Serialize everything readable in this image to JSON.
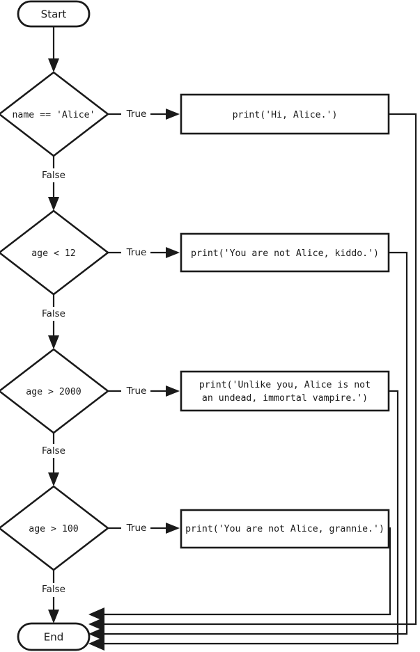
{
  "diagram": {
    "title": "Alice age check flowchart",
    "type": "flowchart",
    "colors": {
      "stroke": "#1a1a1a",
      "fill": "#ffffff",
      "background": "#ffffff"
    }
  },
  "terminals": {
    "start": {
      "label": "Start"
    },
    "end": {
      "label": "End"
    }
  },
  "branch_labels": {
    "true": "True",
    "false": "False"
  },
  "decisions": [
    {
      "id": "d1",
      "label": "name == 'Alice'"
    },
    {
      "id": "d2",
      "label": "age < 12"
    },
    {
      "id": "d3",
      "label": "age > 2000"
    },
    {
      "id": "d4",
      "label": "age > 100"
    }
  ],
  "processes": [
    {
      "id": "p1",
      "lines": [
        "print('Hi, Alice.')"
      ],
      "line1": "print('Hi, Alice.')",
      "line2": ""
    },
    {
      "id": "p2",
      "lines": [
        "print('You are not Alice, kiddo.')"
      ],
      "line1": "print('You are not Alice, kiddo.')",
      "line2": ""
    },
    {
      "id": "p3",
      "lines": [
        "print('Unlike you, Alice is not",
        " an undead, immortal vampire.')"
      ],
      "line1": "print('Unlike you, Alice is not",
      "line2": " an undead, immortal vampire.')"
    },
    {
      "id": "p4",
      "lines": [
        "print('You are not Alice, grannie.')"
      ],
      "line1": "print('You are not Alice, grannie.')",
      "line2": ""
    }
  ],
  "edge_labels": {
    "d1_true": "True",
    "d1_false": "False",
    "d2_true": "True",
    "d2_false": "False",
    "d3_true": "True",
    "d3_false": "False",
    "d4_true": "True",
    "d4_false": "False"
  }
}
